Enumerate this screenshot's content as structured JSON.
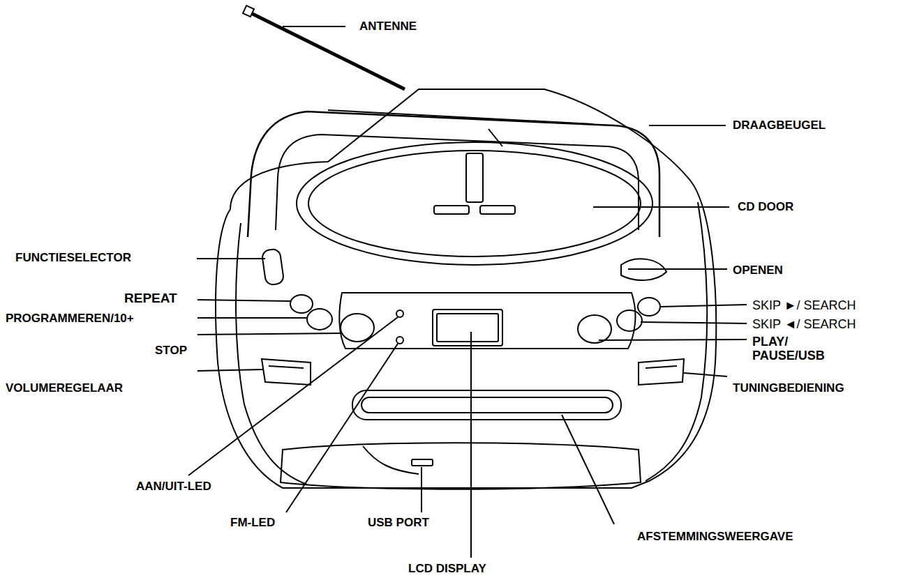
{
  "diagram": {
    "labels": [
      "ANTENNE",
      "DRAAGBEUGEL",
      "CD DOOR",
      "FUNCTIESELECTOR",
      "OPENEN",
      "REPEAT",
      "PROGRAMMEREN/10+",
      "SKIP ►/ SEARCH",
      "SKIP ◄/ SEARCH",
      "STOP",
      "PLAY/ PAUSE/USB",
      "VOLUMEREGELAAR",
      "TUNINGBEDIENING",
      "AAN/UIT-LED",
      "FM-LED",
      "USB PORT",
      "AFSTEMMINGSWEERGAVE",
      "LCD DISPLAY"
    ]
  }
}
